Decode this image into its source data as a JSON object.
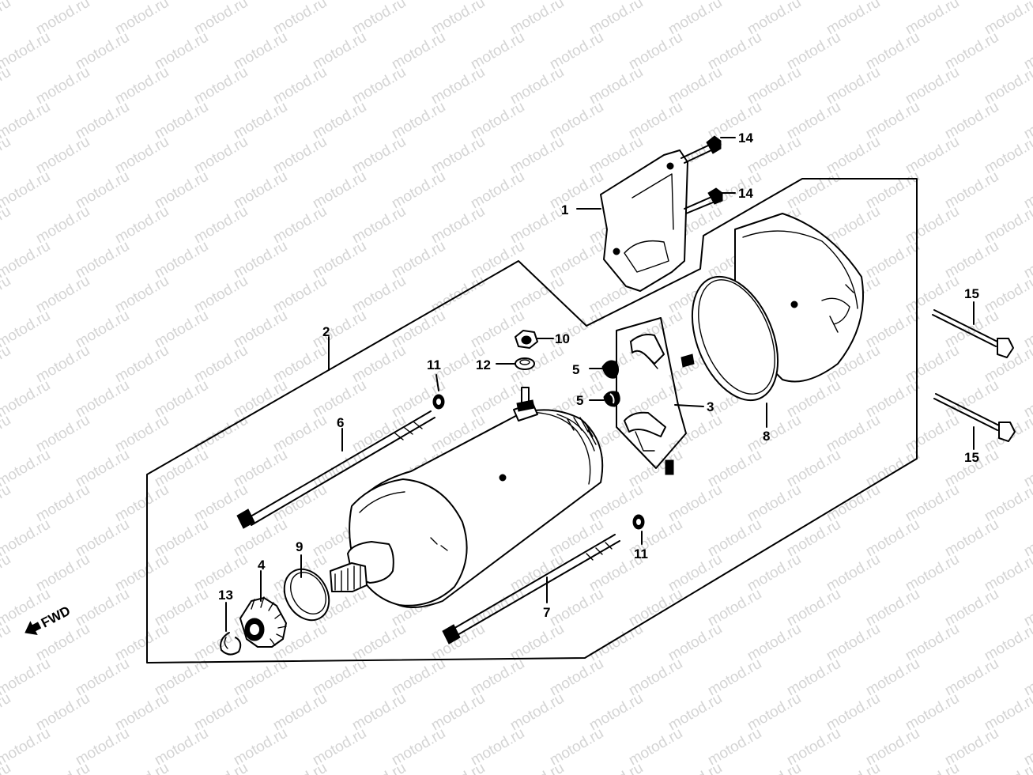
{
  "watermark": "motod.ru",
  "direction_marker": "FWD",
  "callouts": [
    {
      "id": "c1",
      "label": "1"
    },
    {
      "id": "c2",
      "label": "2"
    },
    {
      "id": "c3",
      "label": "3"
    },
    {
      "id": "c4",
      "label": "4"
    },
    {
      "id": "c5a",
      "label": "5"
    },
    {
      "id": "c5b",
      "label": "5"
    },
    {
      "id": "c6",
      "label": "6"
    },
    {
      "id": "c7",
      "label": "7"
    },
    {
      "id": "c8",
      "label": "8"
    },
    {
      "id": "c9",
      "label": "9"
    },
    {
      "id": "c10",
      "label": "10"
    },
    {
      "id": "c11a",
      "label": "11"
    },
    {
      "id": "c11b",
      "label": "11"
    },
    {
      "id": "c12",
      "label": "12"
    },
    {
      "id": "c13",
      "label": "13"
    },
    {
      "id": "c14a",
      "label": "14"
    },
    {
      "id": "c14b",
      "label": "14"
    },
    {
      "id": "c15a",
      "label": "15"
    },
    {
      "id": "c15b",
      "label": "15"
    }
  ]
}
